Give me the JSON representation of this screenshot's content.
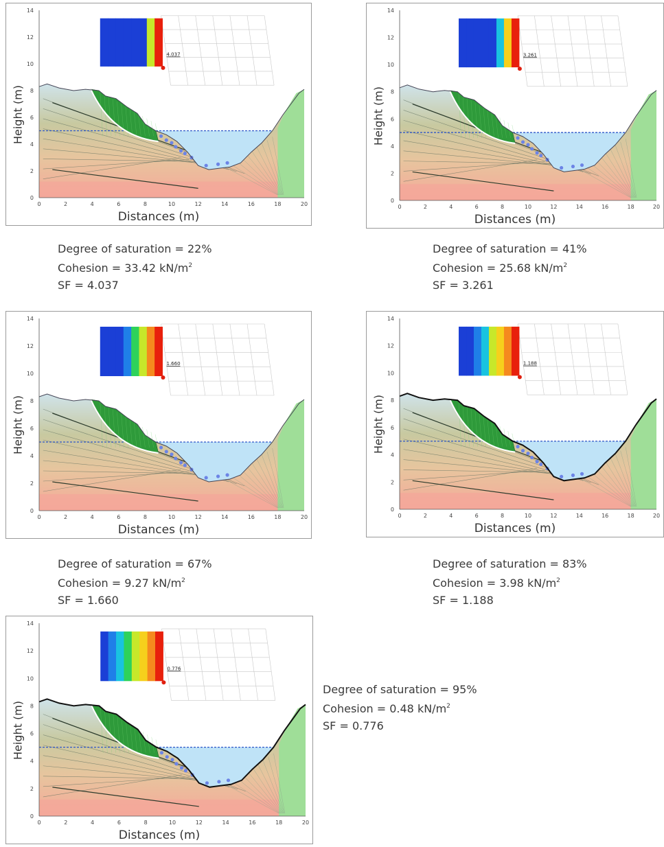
{
  "axis": {
    "ylabel": "Height (m)",
    "xlabel": "Distances (m)",
    "yticks": [
      "0",
      "2",
      "4",
      "6",
      "8",
      "10",
      "12",
      "14"
    ],
    "xticks": [
      "0",
      "2",
      "4",
      "6",
      "8",
      "10",
      "12",
      "14",
      "16",
      "18",
      "20"
    ]
  },
  "panels": [
    {
      "saturation": "Degree of saturation = 22%",
      "cohesion_prefix": "Cohesion = 33.42 kN/m",
      "cohesion_unit_sup": "2",
      "sf": "SF = 4.037",
      "sf_value": "4.037",
      "saturation_pct": 22
    },
    {
      "saturation": "Degree of saturation = 41%",
      "cohesion_prefix": "Cohesion = 25.68 kN/m",
      "cohesion_unit_sup": "2",
      "sf": "SF = 3.261",
      "sf_value": "3.261",
      "saturation_pct": 41
    },
    {
      "saturation": "Degree of saturation = 67%",
      "cohesion_prefix": "Cohesion = 9.27 kN/m",
      "cohesion_unit_sup": "2",
      "sf": "SF = 1.660",
      "sf_value": "1.660",
      "saturation_pct": 67
    },
    {
      "saturation": "Degree of saturation = 83%",
      "cohesion_prefix": "Cohesion = 3.98 kN/m",
      "cohesion_unit_sup": "2",
      "sf": "SF = 1.188",
      "sf_value": "1.188",
      "saturation_pct": 83
    },
    {
      "saturation": "Degree of saturation = 95%",
      "cohesion_prefix": "Cohesion = 0.48 kN/m",
      "cohesion_unit_sup": "2",
      "sf": "SF = 0.776",
      "sf_value": "0.776",
      "saturation_pct": 95
    }
  ],
  "colors": {
    "water": "#bfe3f7",
    "water_line": "#2e56c8",
    "failure_mass": "#2e9a3a",
    "sliding_surface": "#ffffff",
    "bottom_layer": "#f4a79a",
    "grid_dry": "#1b3fd6",
    "grid_wet": "#e8200c"
  }
}
